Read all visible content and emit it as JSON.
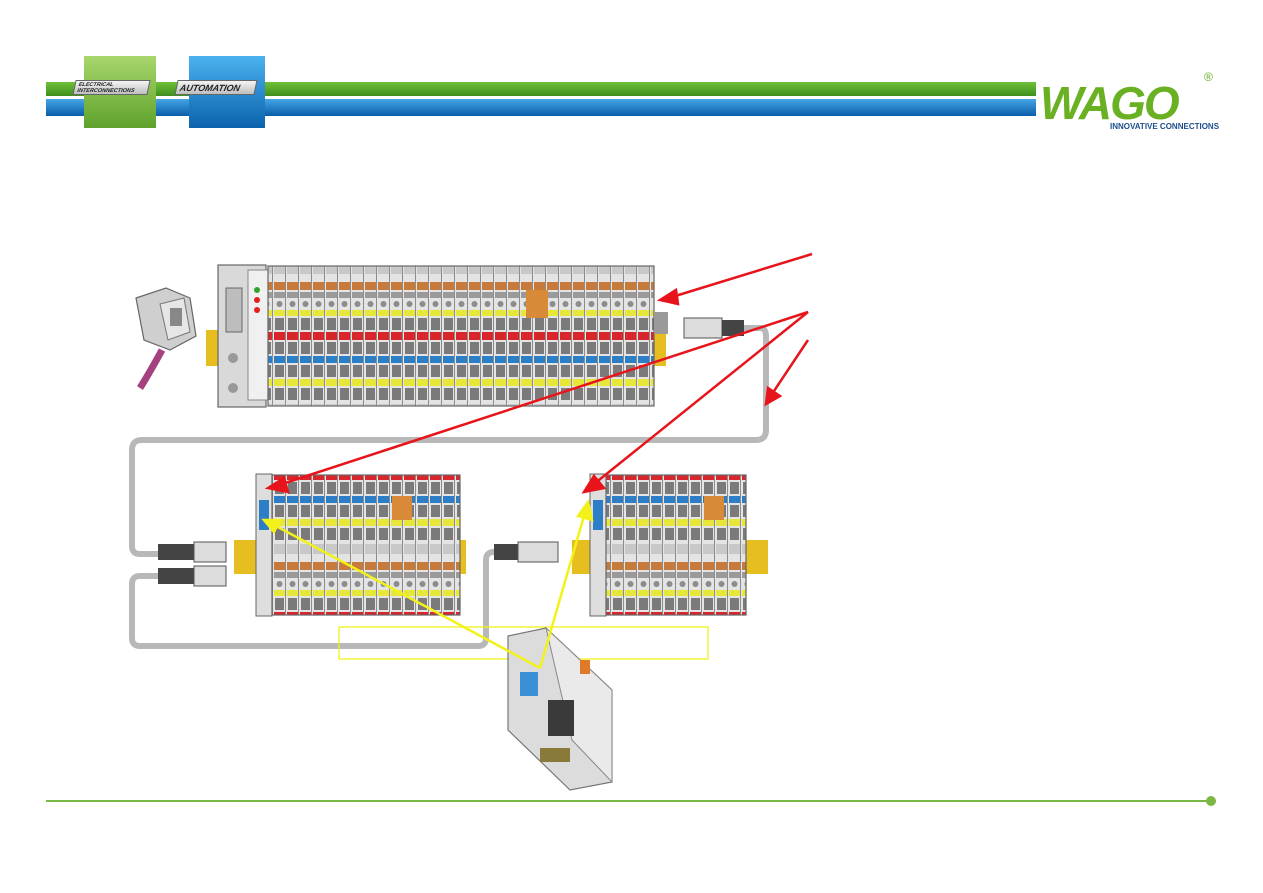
{
  "header": {
    "tab_left_label": "ELECTRICAL INTERCONNECTIONS",
    "tab_right_label": "AUTOMATION",
    "logo_text": "WAGO",
    "logo_registered": "®",
    "logo_tagline": "INNOVATIVE CONNECTIONS"
  },
  "colors": {
    "header_green": "#4a9d25",
    "header_blue": "#1577c4",
    "logo_green": "#6ab023",
    "logo_blue": "#1d4e8c",
    "callout_red": "#e8141b",
    "callout_yellow": "#f2f21a",
    "cable_gray": "#b8b8b8",
    "footer_green": "#7bb843"
  },
  "diagram": {
    "components": [
      {
        "name": "fieldbus-connector-plug",
        "icon": "sub-d-connector-icon"
      },
      {
        "name": "fieldbus-coupler-node",
        "icon": "io-terminal-block-icon"
      },
      {
        "name": "extension-node-1",
        "icon": "io-terminal-block-icon"
      },
      {
        "name": "extension-node-2",
        "icon": "io-terminal-block-icon"
      },
      {
        "name": "configuration-module",
        "icon": "din-rail-module-icon"
      }
    ],
    "callouts": [
      {
        "name": "red-arrow-to-end-module",
        "color": "red"
      },
      {
        "name": "red-arrows-to-extension-couplers",
        "color": "red"
      },
      {
        "name": "red-arrow-to-cable",
        "color": "red"
      },
      {
        "name": "yellow-arrows-to-couplers",
        "color": "yellow"
      }
    ],
    "empty_label_box": ""
  }
}
